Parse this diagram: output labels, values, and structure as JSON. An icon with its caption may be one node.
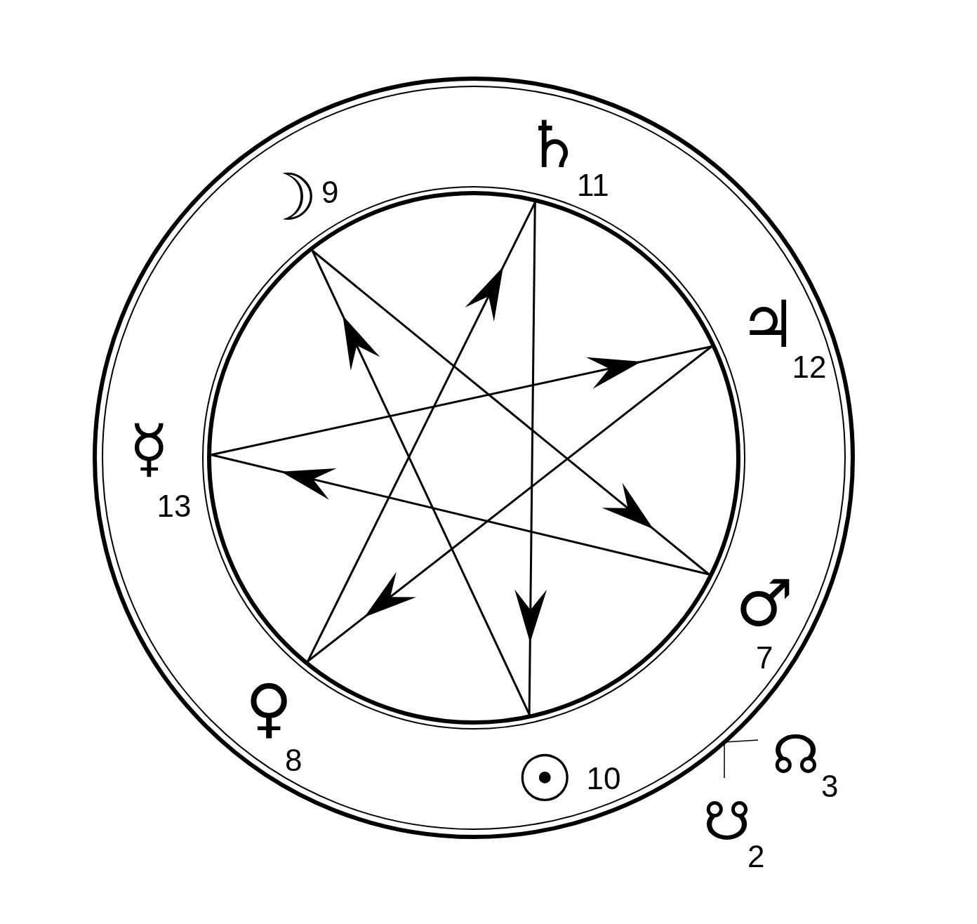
{
  "diagram": {
    "nodes": [
      {
        "text": [],
        "shape": "ring"
      },
      {
        "text": [
          "♄"
        ],
        "beside": [
          "11"
        ],
        "in": 0
      },
      {
        "text": [
          "♃"
        ],
        "beside": [
          "12"
        ],
        "in": 0
      },
      {
        "text": [
          "♂"
        ],
        "beside": [
          "7"
        ],
        "in": 0
      },
      {
        "text": [
          "☉"
        ],
        "beside": [
          "10"
        ],
        "in": 0
      },
      {
        "text": [
          "♀"
        ],
        "beside": [
          "8"
        ],
        "in": 0
      },
      {
        "text": [
          "☿"
        ],
        "beside": [
          "13"
        ],
        "in": 0
      },
      {
        "text": [
          "☽"
        ],
        "beside": [
          "9"
        ],
        "in": 0
      },
      {
        "text": [
          "☊"
        ],
        "beside": [
          "3"
        ]
      },
      {
        "text": [
          "☋"
        ],
        "beside": [
          "2"
        ]
      }
    ],
    "edges": [
      {
        "from": 1,
        "to": 4,
        "arrow": "to"
      },
      {
        "from": 4,
        "to": 7,
        "arrow": "to"
      },
      {
        "from": 7,
        "to": 3,
        "arrow": "to"
      },
      {
        "from": 3,
        "to": 6,
        "arrow": "to"
      },
      {
        "from": 6,
        "to": 2,
        "arrow": "to"
      },
      {
        "from": 2,
        "to": 5,
        "arrow": "to"
      },
      {
        "from": 5,
        "to": 1,
        "arrow": "to"
      },
      {
        "from": 8,
        "to": 0,
        "arrow": "none"
      },
      {
        "from": 9,
        "to": 0,
        "arrow": "none"
      }
    ]
  }
}
